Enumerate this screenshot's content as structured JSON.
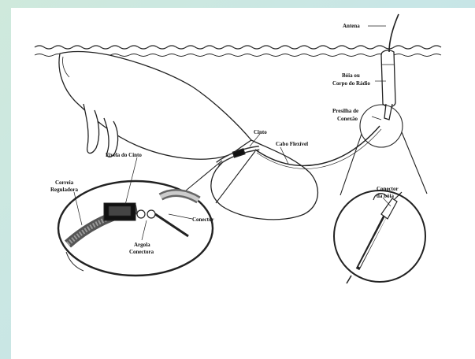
{
  "labels": {
    "antena": "Antena",
    "boia_l1": "Bóia ou",
    "boia_l2": "Corpo do Rádio",
    "presilha_l1": "Presilha de",
    "presilha_l2": "Conexão",
    "cinto": "Cinto",
    "cabo": "Cabo Flexível",
    "fivela": "Fivela do Cinto",
    "correia_l1": "Correia",
    "correia_l2": "Reguladora",
    "conector": "Conector",
    "argola_l1": "Argola",
    "argola_l2": "Conectora",
    "conector_boia_l1": "Conector",
    "conector_boia_l2": "da bóia"
  },
  "colors": {
    "background": "#c8e6e6",
    "canvas": "#ffffff",
    "ink": "#111111"
  }
}
